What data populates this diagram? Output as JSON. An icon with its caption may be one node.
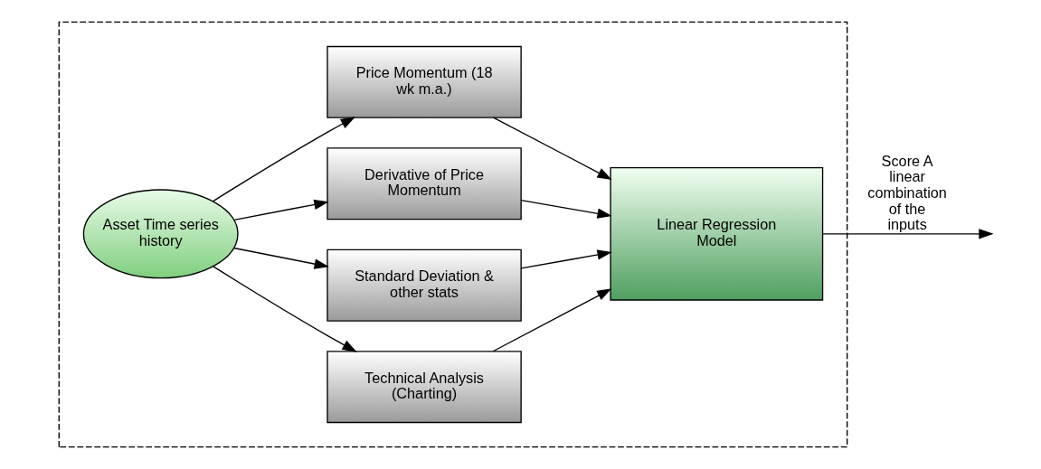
{
  "diagram": {
    "nodes": [
      {
        "text": [],
        "shape": "box"
      },
      {
        "text": [
          "Asset Time series history"
        ],
        "in": 0
      },
      {
        "text": [
          "Price Momentum (18 wk m.a.)"
        ],
        "in": 0
      },
      {
        "text": [
          "Derivative of Price Momentum"
        ],
        "in": 0
      },
      {
        "text": [
          "Standard Deviation & other stats"
        ],
        "in": 0
      },
      {
        "text": [
          "Technical Analysis (Charting)"
        ],
        "in": 0
      },
      {
        "text": [
          "Linear Regression Model"
        ],
        "in": 0
      }
    ],
    "edges": [
      {
        "from": 1,
        "to": 2,
        "arrow": "to"
      },
      {
        "from": 1,
        "to": 3,
        "arrow": "to"
      },
      {
        "from": 1,
        "to": 4,
        "arrow": "to"
      },
      {
        "from": 1,
        "to": 5,
        "arrow": "to"
      },
      {
        "from": 2,
        "to": 6,
        "arrow": "to"
      },
      {
        "from": 3,
        "to": 6,
        "arrow": "to"
      },
      {
        "from": 4,
        "to": 6,
        "arrow": "to"
      },
      {
        "from": 5,
        "to": 6,
        "arrow": "to"
      },
      {
        "from": 6,
        "to": null,
        "arrow": "to",
        "label": "Score A linear combination of the inputs"
      }
    ]
  }
}
